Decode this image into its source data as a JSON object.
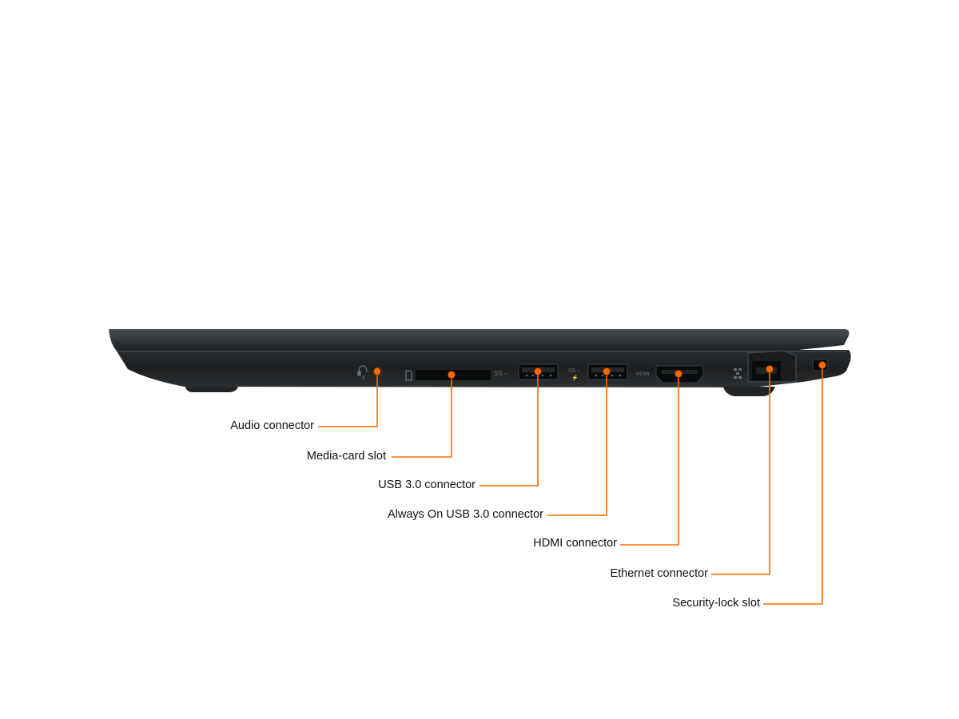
{
  "accent_color": "#ff6a00",
  "device": {
    "view": "right-side",
    "port_icons": [
      "headset-icon",
      "sd-card-icon",
      "superspeed-usb-icon",
      "charging-usb-icon",
      "hdmi-icon",
      "network-icon"
    ]
  },
  "callouts": [
    {
      "id": "audio",
      "label": "Audio connector"
    },
    {
      "id": "media",
      "label": "Media-card slot"
    },
    {
      "id": "usb",
      "label": "USB 3.0 connector"
    },
    {
      "id": "alwayson",
      "label": "Always On USB 3.0 connector"
    },
    {
      "id": "hdmi",
      "label": "HDMI connector"
    },
    {
      "id": "ethernet",
      "label": "Ethernet connector"
    },
    {
      "id": "lock",
      "label": "Security-lock slot"
    }
  ]
}
